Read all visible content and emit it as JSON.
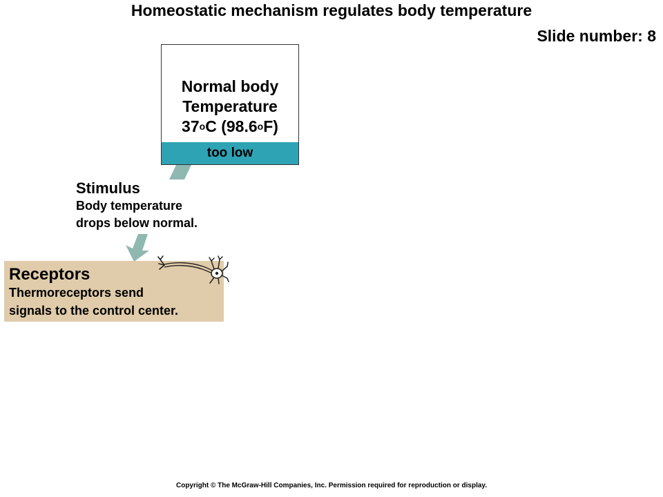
{
  "title": "Homeostatic mechanism regulates body temperature",
  "slide_number": "Slide number: 8",
  "set_point": {
    "line1": "Normal body",
    "line2": "Temperature",
    "celsius_value": "37",
    "celsius_unit": "C",
    "fahrenheit_open": "(98.6",
    "fahrenheit_unit": "F)",
    "degree_mark": "o",
    "status": "too low"
  },
  "stimulus": {
    "heading": "Stimulus",
    "line1": "Body temperature",
    "line2": "drops below normal."
  },
  "receptors": {
    "heading": "Receptors",
    "line1": "Thermoreceptors send",
    "line2": "signals to the control center."
  },
  "colors": {
    "status_bar": "#2ea3b4",
    "arrow": "#8fb8b0",
    "receptors_panel": "#e0cbaa"
  },
  "icons": {
    "neuron": "neuron-icon",
    "arrows": "flow-arrow"
  },
  "copyright": "Copyright © The McGraw-Hill Companies, Inc. Permission required for reproduction or display."
}
